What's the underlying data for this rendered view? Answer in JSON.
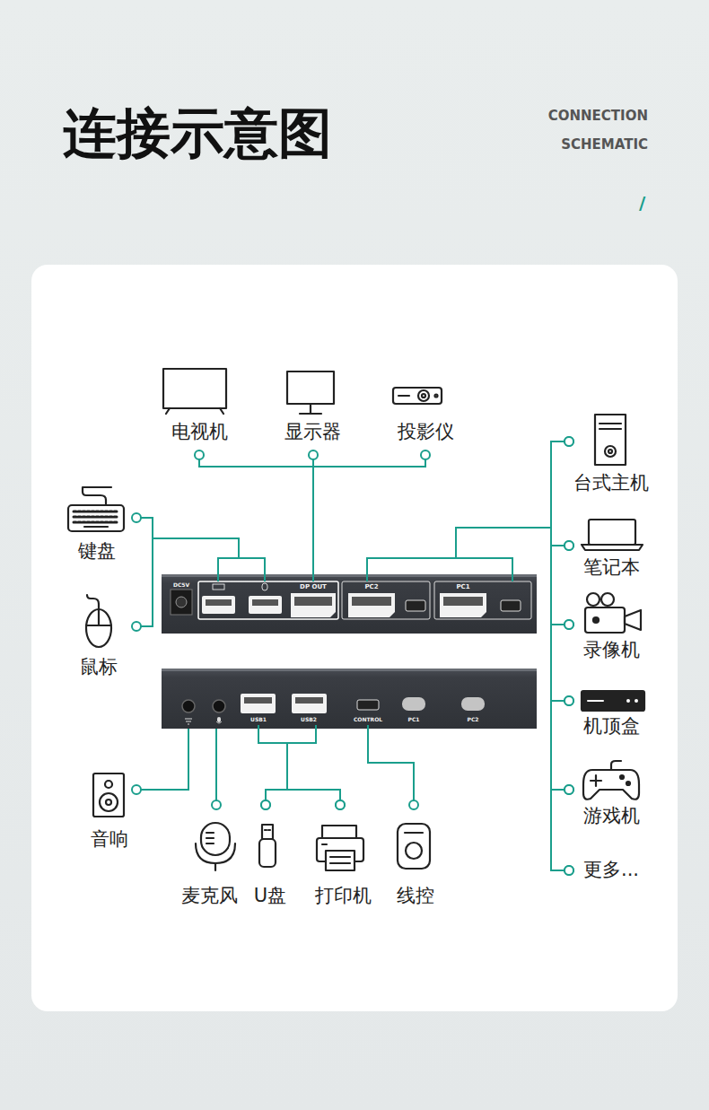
{
  "diagram": {
    "title": "连接示意图",
    "nodes": [
      {
        "text": [
          "DC5V"
        ]
      },
      {
        "text": [
          "DP OUT"
        ],
        "in": 0
      },
      {
        "text": [
          "PC2"
        ],
        "in": 0
      },
      {
        "text": [
          "PC1"
        ],
        "in": 0
      },
      {
        "text": [
          "PC1",
          "PC2"
        ]
      },
      {
        "text": [
          "USB1"
        ],
        "in": 4
      },
      {
        "text": [
          "USB2"
        ],
        "in": 4
      },
      {
        "text": [
          "CONTROL"
        ],
        "in": 4
      },
      {
        "text": [
          "电视机"
        ]
      },
      {
        "text": [
          "显示器"
        ]
      },
      {
        "text": [
          "投影仪"
        ]
      },
      {
        "text": [
          "键盘"
        ]
      },
      {
        "text": [
          "鼠标"
        ]
      },
      {
        "text": [
          "台式主机"
        ]
      },
      {
        "text": [
          "笔记本"
        ]
      },
      {
        "text": [
          "录像机"
        ]
      },
      {
        "text": [
          "机顶盒"
        ]
      },
      {
        "text": [
          "游戏机"
        ]
      },
      {
        "text": [
          "更多..."
        ]
      },
      {
        "text": [
          "音响"
        ]
      },
      {
        "text": [
          "麦克风"
        ]
      },
      {
        "text": [
          "U盘"
        ]
      },
      {
        "text": [
          "打印机"
        ]
      },
      {
        "text": [
          "线控"
        ]
      }
    ],
    "edges": [
      {
        "from": 1,
        "to": 8,
        "arrow": "none"
      },
      {
        "from": 1,
        "to": 9,
        "arrow": "none"
      },
      {
        "from": 1,
        "to": 10,
        "arrow": "none"
      },
      {
        "from": 1,
        "to": 11,
        "arrow": "none"
      },
      {
        "from": 1,
        "to": 12,
        "arrow": "none"
      },
      {
        "from": 2,
        "to": 13,
        "arrow": "none"
      },
      {
        "from": 2,
        "to": 14,
        "arrow": "none"
      },
      {
        "from": 2,
        "to": 15,
        "arrow": "none"
      },
      {
        "from": 2,
        "to": 16,
        "arrow": "none"
      },
      {
        "from": 2,
        "to": 17,
        "arrow": "none"
      },
      {
        "from": 2,
        "to": 18,
        "arrow": "none"
      },
      {
        "from": 3,
        "to": 13,
        "arrow": "none"
      },
      {
        "from": 3,
        "to": 14,
        "arrow": "none"
      },
      {
        "from": 3,
        "to": 15,
        "arrow": "none"
      },
      {
        "from": 3,
        "to": 16,
        "arrow": "none"
      },
      {
        "from": 3,
        "to": 17,
        "arrow": "none"
      },
      {
        "from": 3,
        "to": 18,
        "arrow": "none"
      },
      {
        "from": 4,
        "to": 19,
        "arrow": "none"
      },
      {
        "from": 4,
        "to": 20,
        "arrow": "none"
      },
      {
        "from": 5,
        "to": 21,
        "arrow": "none"
      },
      {
        "from": 5,
        "to": 22,
        "arrow": "none"
      },
      {
        "from": 6,
        "to": 21,
        "arrow": "none"
      },
      {
        "from": 6,
        "to": 22,
        "arrow": "none"
      },
      {
        "from": 7,
        "to": 23,
        "arrow": "none"
      }
    ],
    "labels": [
      "CONNECTION",
      "SCHEMATIC",
      "/"
    ]
  }
}
